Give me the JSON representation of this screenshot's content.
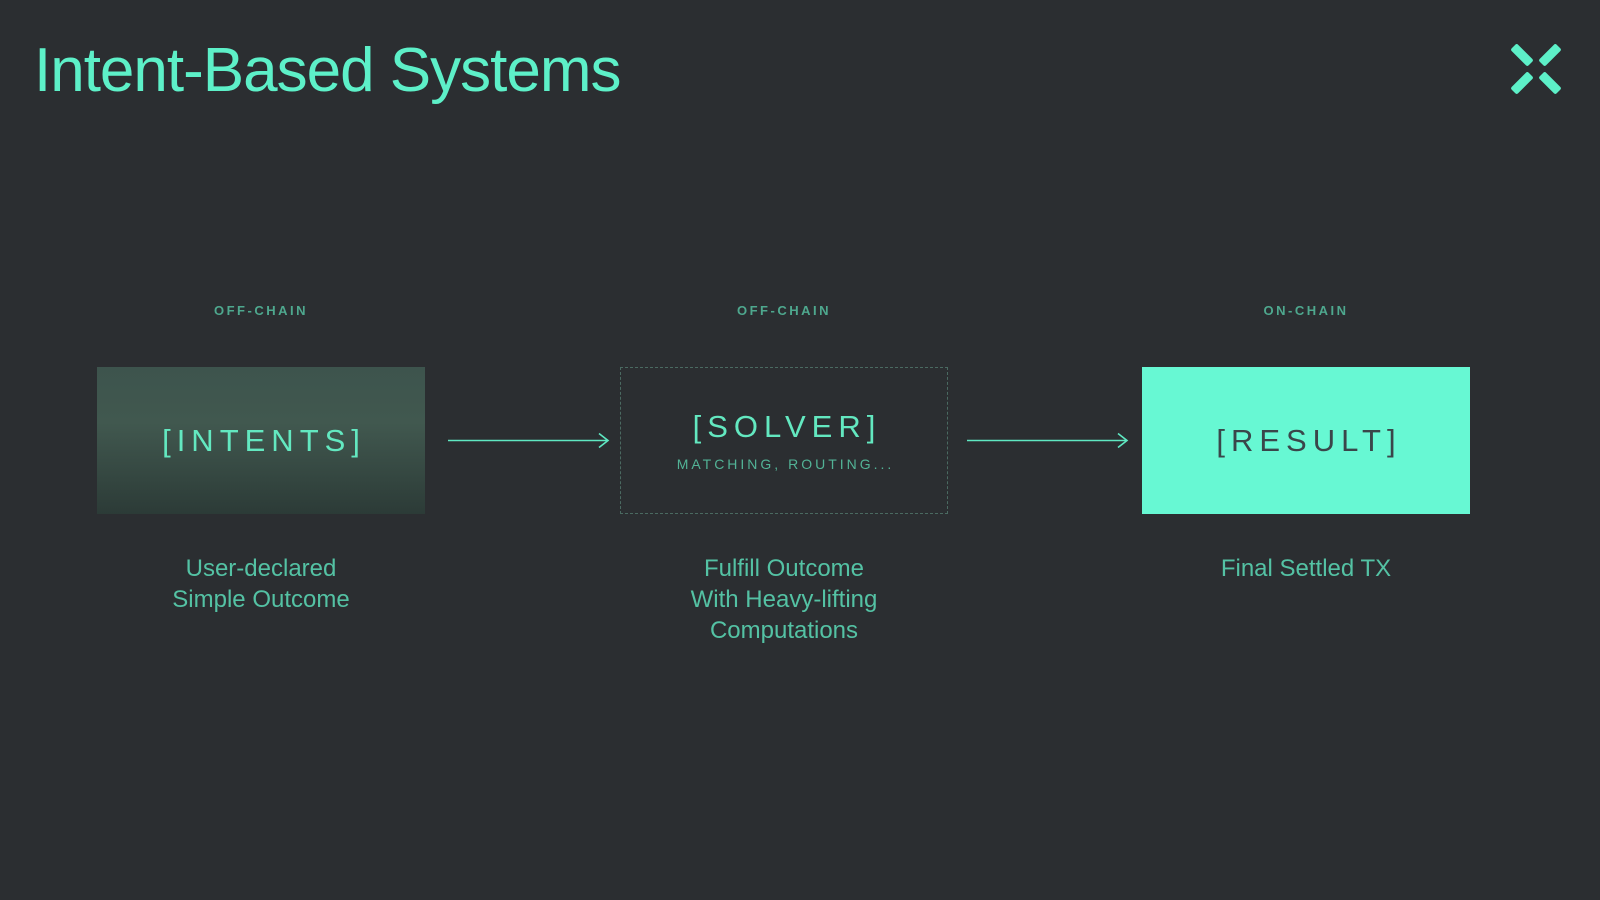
{
  "page": {
    "title": "Intent-Based Systems"
  },
  "theme": {
    "background": "#2b2e31",
    "accent_mint": "#5df0c8",
    "muted_teal": "#4ea88e",
    "result_box_fill": "#67f8d3",
    "result_box_text": "#3a464a"
  },
  "diagram": {
    "nodes": [
      {
        "chain_label": "OFF-CHAIN",
        "box_label": "[INTENTS]",
        "caption_lines": [
          "User-declared",
          "Simple Outcome"
        ]
      },
      {
        "chain_label": "OFF-CHAIN",
        "box_label": "[SOLVER]",
        "box_sublabel": "MATCHING, ROUTING...",
        "caption_lines": [
          "Fulfill Outcome",
          "With Heavy-lifting",
          "Computations"
        ]
      },
      {
        "chain_label": "ON-CHAIN",
        "box_label": "[RESULT]",
        "caption_lines": [
          "Final Settled TX"
        ]
      }
    ]
  }
}
